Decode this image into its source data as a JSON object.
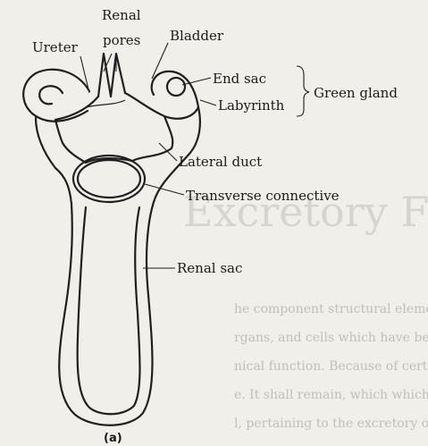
{
  "labels": {
    "renal_pores": [
      "Renal",
      "pores"
    ],
    "ureter": "Ureter",
    "bladder": "Bladder",
    "end_sac": "End sac",
    "labyrinth": "Labyrinth",
    "green_gland": "Green gland",
    "lateral_duct": "Lateral duct",
    "transverse_connective": "Transverse connective",
    "renal_sac": "Renal sac"
  },
  "caption": "(a)",
  "background_text": {
    "header_fragment": "Excretory F",
    "paragraph_lines": [
      "he component structural elements o",
      "rgans, and cells which have been l",
      "nical function. Because of certain m",
      "e. It shall remain, which which",
      "l, pertaining to the excretory organ. I"
    ]
  }
}
